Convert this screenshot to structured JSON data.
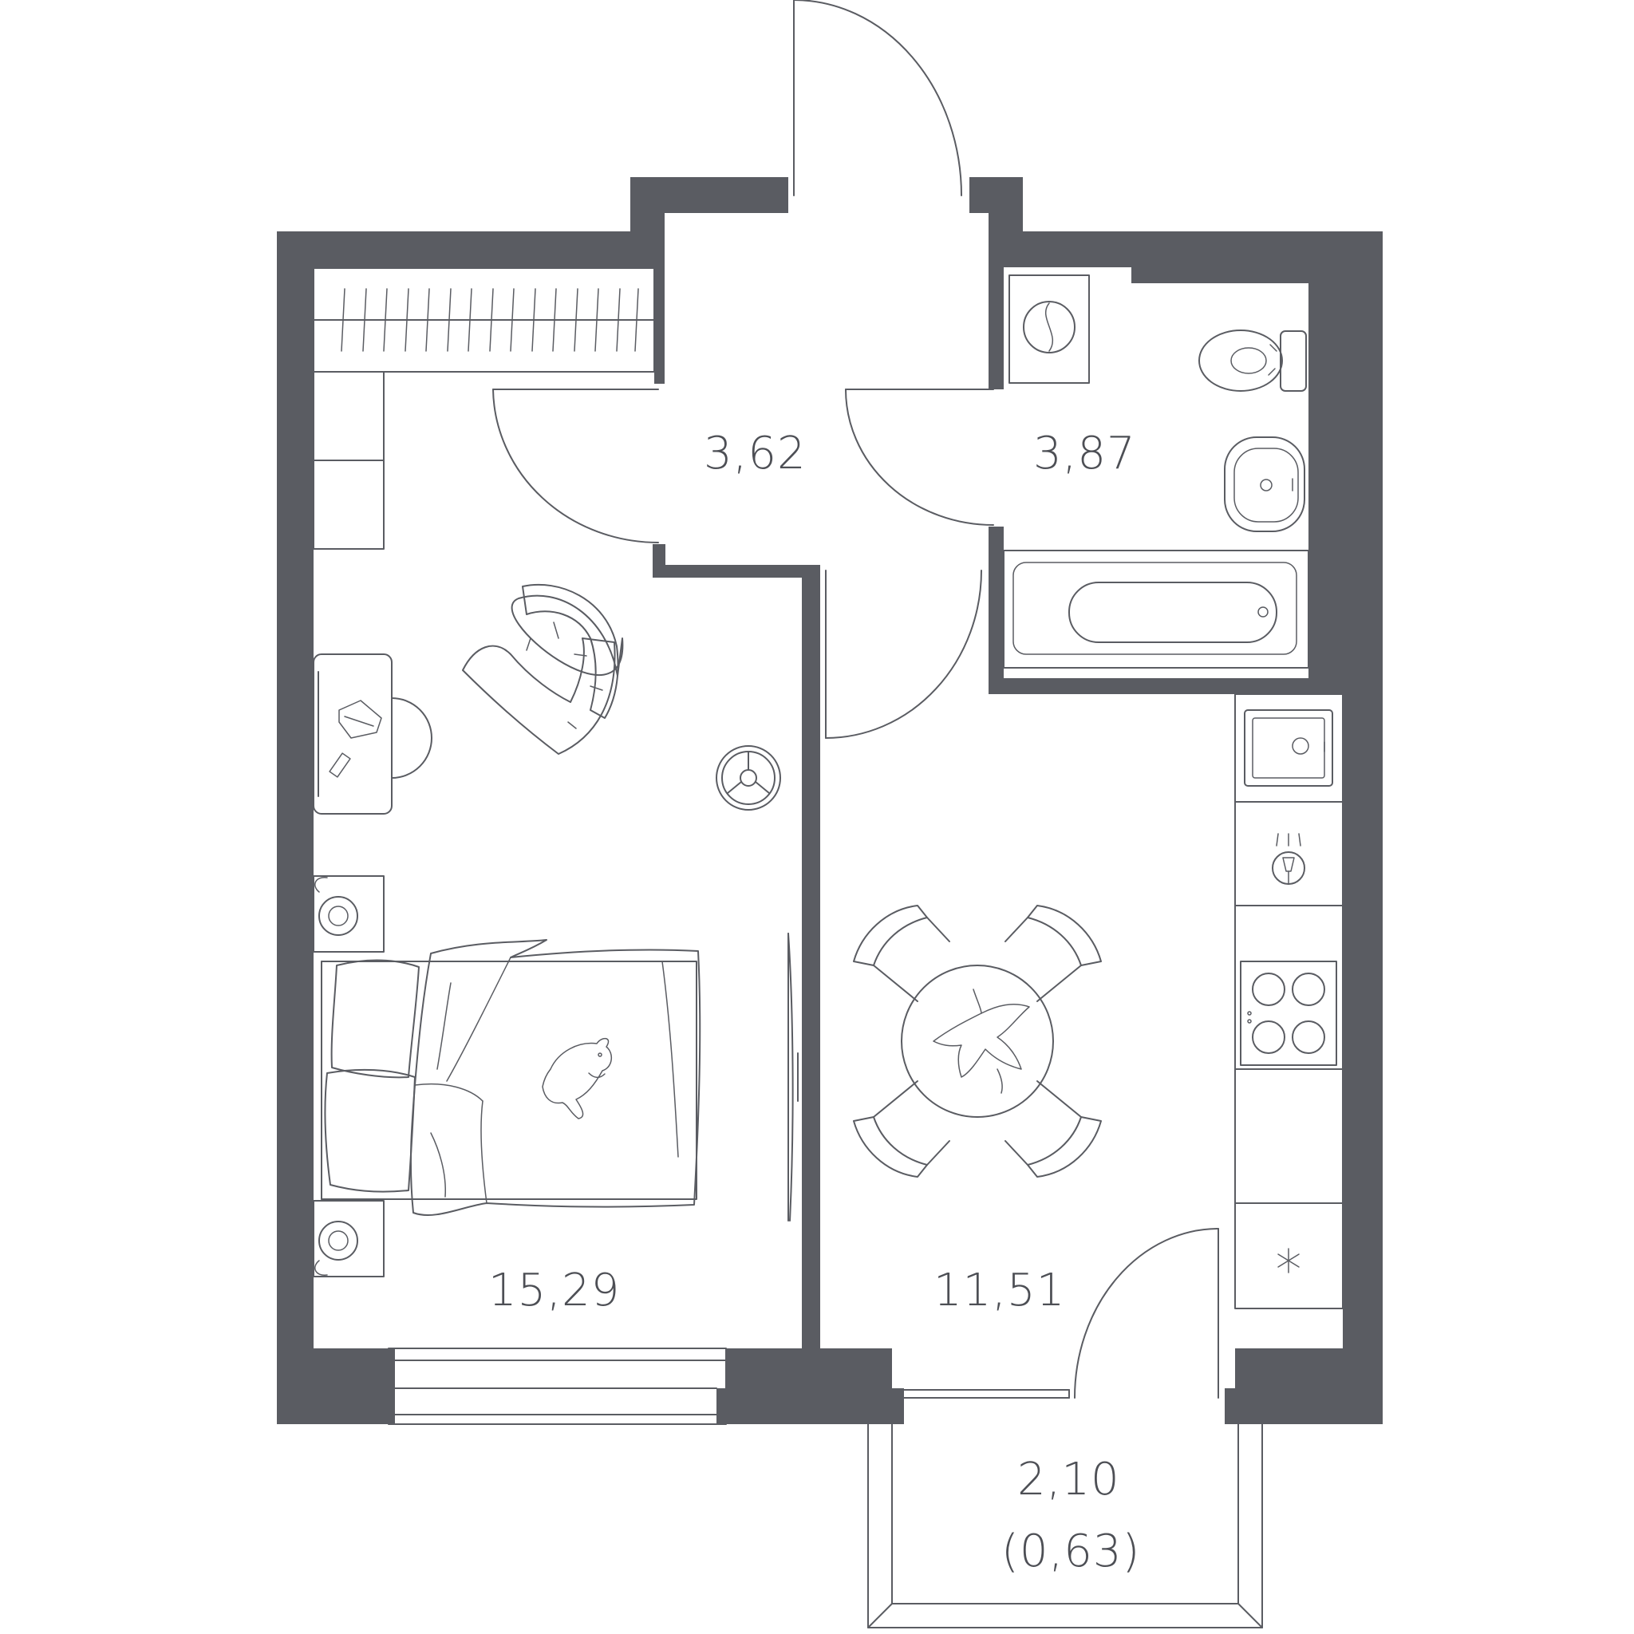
{
  "rooms": {
    "hall": {
      "area": "3,62"
    },
    "bathroom": {
      "area": "3,87"
    },
    "bedroom": {
      "area": "15,29"
    },
    "kitchen": {
      "area": "11,51"
    },
    "balcony": {
      "area": "2,10",
      "reduced_area": "(0,63)"
    }
  },
  "colors": {
    "wall": "#5a5c62",
    "line": "#5a5c62",
    "background": "#ffffff"
  }
}
